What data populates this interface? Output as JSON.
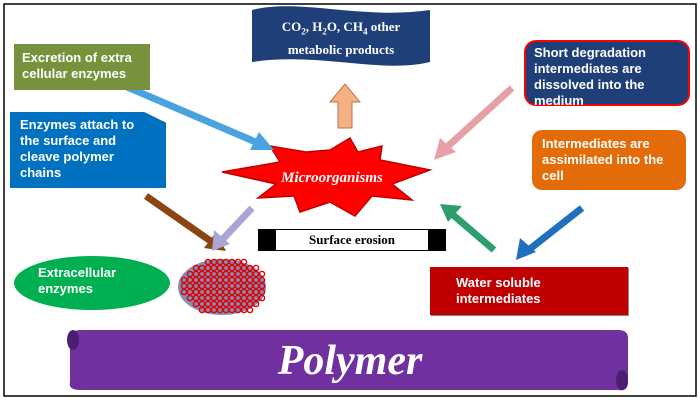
{
  "nodes": {
    "metabolic_products": {
      "co2": "CO",
      "co2_sub": "2",
      "sep1": ", H",
      "h2o_sub": "2",
      "sep2": "O, CH",
      "ch4_sub": "4",
      "rest": " other",
      "line2": "metabolic products"
    },
    "excretion": "Excretion of extra cellular enzymes",
    "enzymes_attach": "Enzymes attach to the surface and cleave polymer chains",
    "short_degradation": "Short degradation intermediates are dissolved into the medium",
    "assimilated": "Intermediates are assimilated into the cell",
    "microorganisms": "Microorganisms",
    "surface_erosion": "Surface erosion",
    "extracellular_enzymes": "Extracellular enzymes",
    "water_soluble": "Water soluble intermediates",
    "polymer": "Polymer"
  },
  "colors": {
    "navy": "#1f3f78",
    "olive": "#77923c",
    "blue": "#0070c0",
    "orange": "#e36c09",
    "red": "#ff0000",
    "green": "#00b050",
    "darkred": "#c00000",
    "purple": "#7030a0",
    "arrow_blue": "#4aa3df",
    "arrow_peach": "#f4b183",
    "arrow_pink": "#e6a1a8",
    "arrow_brown": "#8b4513",
    "arrow_lavender": "#a9a6d6",
    "arrow_green": "#2e9e6c",
    "arrow_darkblue": "#1f6fbf"
  }
}
